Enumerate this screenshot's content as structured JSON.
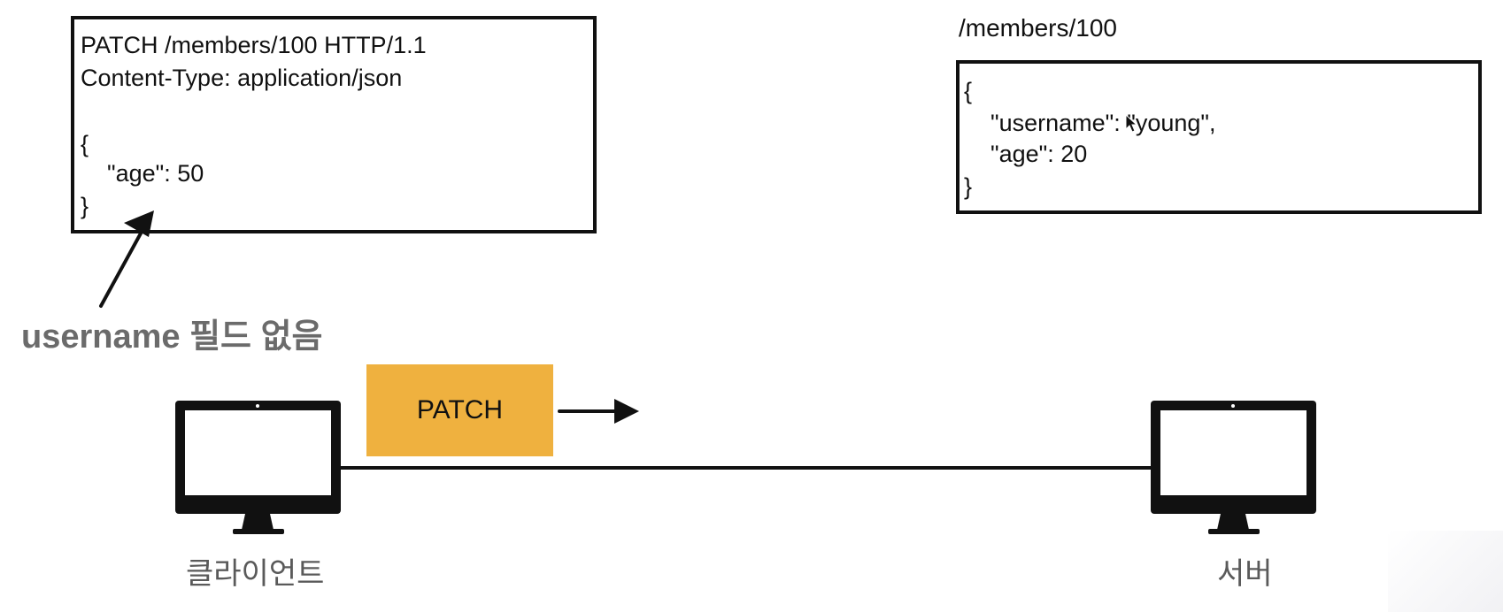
{
  "request": {
    "lines": [
      "PATCH /members/100 HTTP/1.1",
      "Content-Type: application/json",
      "",
      "{",
      "    \"age\": 50",
      "}"
    ]
  },
  "resource": {
    "path": "/members/100",
    "lines": [
      "{",
      "    \"username\": \"young\",",
      "    \"age\": 20",
      "}"
    ]
  },
  "annotation": "username 필드 없음",
  "method_label": "PATCH",
  "client_label": "클라이언트",
  "server_label": "서버",
  "colors": {
    "method_box": "#efb13f",
    "line": "#111111",
    "label_gray": "#5a5a5a",
    "annotation_gray": "#6b6b6b"
  }
}
